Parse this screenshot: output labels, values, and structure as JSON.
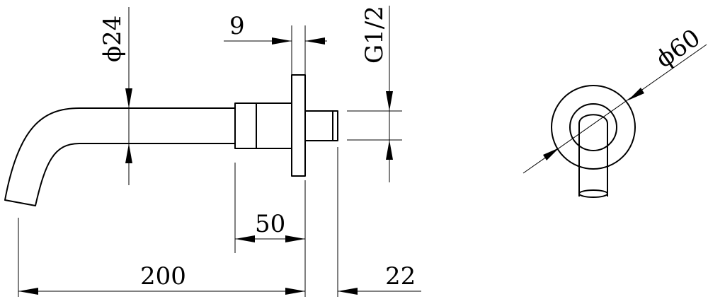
{
  "colors": {
    "line": "#000000",
    "background": "#ffffff"
  },
  "dimensions": {
    "diameter_pipe": "ϕ24",
    "plate_thickness": "9",
    "thread": "G1/2",
    "diameter_plate": "ϕ60",
    "body_length": "50",
    "reach": "200",
    "thread_length": "22"
  }
}
